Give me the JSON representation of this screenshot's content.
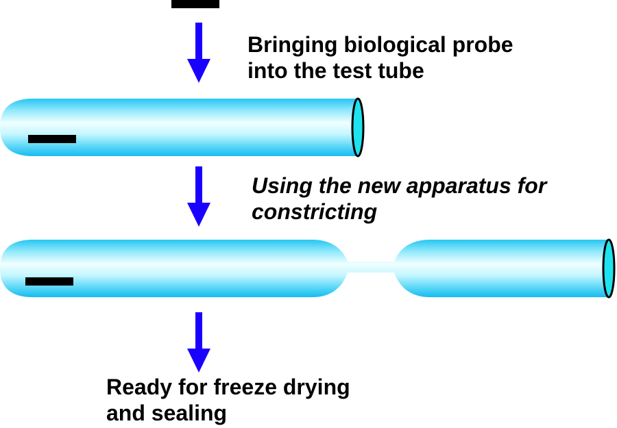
{
  "colors": {
    "arrow": "#1a00ff",
    "tube_light": "#e9ffff",
    "tube_mid": "#9cf0ff",
    "tube_dark": "#1fc3f2",
    "tube_opening": "#1ee3ee",
    "probe": "#000000",
    "text": "#000000"
  },
  "icons": [
    "probe-icon",
    "test-tube-icon",
    "down-arrow-icon"
  ],
  "steps": [
    {
      "label_lines": [
        "Bringing biological probe",
        "into the test tube"
      ],
      "style": "bold"
    },
    {
      "label_lines": [
        "Using the new apparatus for",
        "constricting"
      ],
      "style": "bold-italic"
    },
    {
      "label_lines": [
        "Ready for freeze drying",
        "and sealing"
      ],
      "style": "bold"
    }
  ]
}
